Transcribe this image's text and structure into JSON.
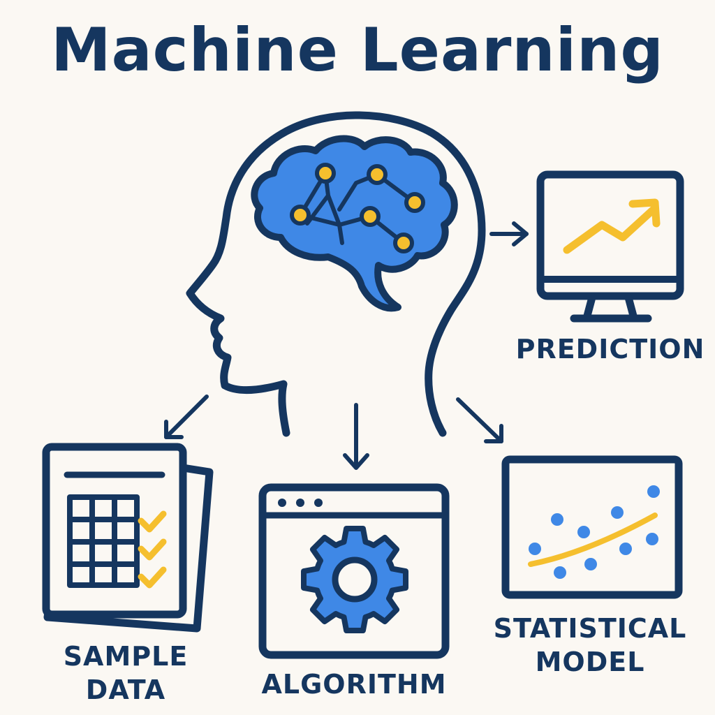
{
  "title": "Machine Learning",
  "colors": {
    "ink": "#15365f",
    "blue": "#3f88e6",
    "yellow": "#f5bf2e",
    "background": "#fbf8f3"
  },
  "nodes": {
    "prediction": {
      "label": "PREDICTION",
      "icon": "monitor-trend-icon"
    },
    "sample_data": {
      "label_line1": "SAMPLE",
      "label_line2": "DATA",
      "icon": "spreadsheet-checklist-icon"
    },
    "algorithm": {
      "label": "ALGORITHM",
      "icon": "browser-gear-icon"
    },
    "statistical_model": {
      "label_line1": "STATISTICAL",
      "label_line2": "MODEL",
      "icon": "scatter-trendline-icon"
    }
  },
  "center": {
    "icon": "head-brain-network-icon"
  }
}
